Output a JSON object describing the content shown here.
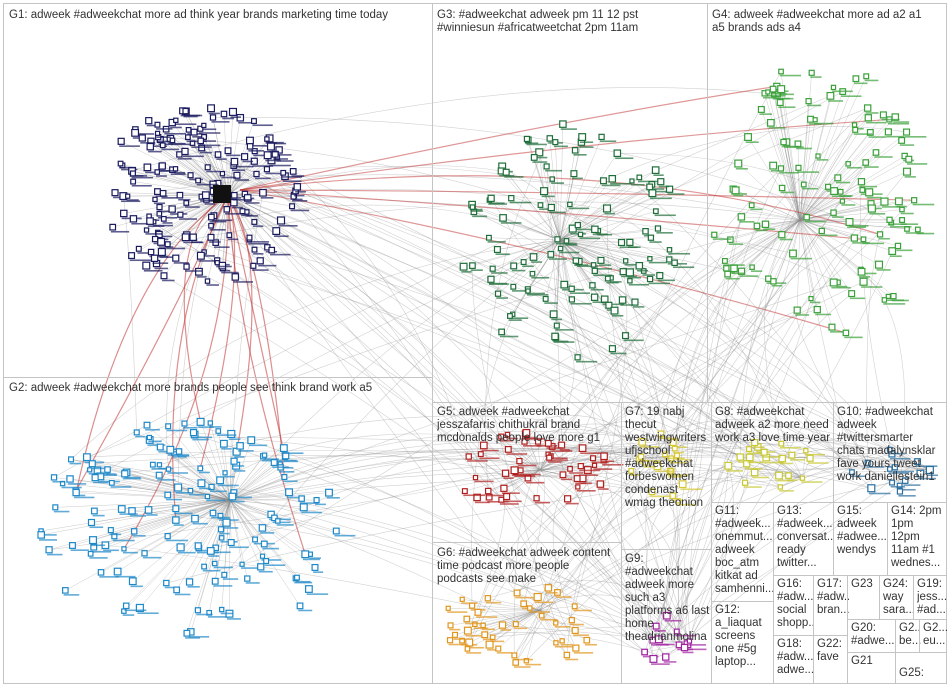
{
  "groups": [
    {
      "id": "G1",
      "label": "G1: adweek #adweekchat more ad think year brands marketing time today",
      "color": "#1a1a5e"
    },
    {
      "id": "G2",
      "label": "G2: adweek #adweekchat more brands people see think brand work a5",
      "color": "#1e88c8"
    },
    {
      "id": "G3",
      "label": "G3: #adweekchat adweek pm 11 12 pst\n#winniesun #africatweetchat 2pm 11am",
      "color": "#1f6e3a"
    },
    {
      "id": "G4",
      "label": "G4: adweek #adweekchat more ad a2 a1\na5 brands ads a4",
      "color": "#3aa03a"
    },
    {
      "id": "G5",
      "label": "G5: adweek #adweekchat\njesszafarris chithukral brand\nmcdonalds people love more g1",
      "color": "#b02020"
    },
    {
      "id": "G6",
      "label": "G6: #adweekchat adweek content\ntime podcast more people\npodcasts see make",
      "color": "#e0961e"
    },
    {
      "id": "G7",
      "label": "G7: 19 nabj\nthecut\nwestwingwriters\nufjschool\n#adweekchat\nforbeswomen\ncondenast\nwmag theonion",
      "color": "#d6c832"
    },
    {
      "id": "G8",
      "label": "G8: #adweekchat\nadweek a2 more need\nwork a3 love time year",
      "color": "#c8c832"
    },
    {
      "id": "G9",
      "label": "G9:\n#adweekchat\nadweek more\nsuch a3\nplatforms a6 last\nhome\ntheadrianmolina",
      "color": "#a020a0"
    },
    {
      "id": "G10",
      "label": "G10: #adweekchat\nadweek\n#twittersmarter\nchats madalynsklar\nfave yours tweet\nwork daniellestein1",
      "color": "#2a6fa0"
    },
    {
      "id": "G11",
      "label": "G11:\n#adweek...\nonemmut...\nadweek\nboc_atm\nkitkat ad\nsamhenni...",
      "color": "#777"
    },
    {
      "id": "G12",
      "label": "G12:\na_liaquat\nscreens\none #5g\nlaptop...",
      "color": "#777"
    },
    {
      "id": "G13",
      "label": "G13:\n#adweek...\nconversat...\nready\ntwitter...",
      "color": "#777"
    },
    {
      "id": "G14",
      "label": "G14: 2pm\n1pm\n12pm\n11am #1\nwednes...",
      "color": "#777"
    },
    {
      "id": "G15",
      "label": "G15:\nadweek\n#adwee...\nwendys",
      "color": "#777"
    },
    {
      "id": "G16",
      "label": "G16:\n#adw...\nsocial\nshopp...",
      "color": "#777"
    },
    {
      "id": "G17",
      "label": "G17:\n#adw...\nbran...",
      "color": "#777"
    },
    {
      "id": "G18",
      "label": "G18:\n#adw...\nadwe...",
      "color": "#777"
    },
    {
      "id": "G19",
      "label": "G19:\njess...\n#ad...",
      "color": "#777"
    },
    {
      "id": "G20",
      "label": "G20:\n#adwe...",
      "color": "#777"
    },
    {
      "id": "G21",
      "label": "G21",
      "color": "#777"
    },
    {
      "id": "G22",
      "label": "G22:\nfave",
      "color": "#777"
    },
    {
      "id": "G23",
      "label": "G23",
      "color": "#777"
    },
    {
      "id": "G24",
      "label": "G24:\nway\nsara...",
      "color": "#777"
    },
    {
      "id": "G25",
      "label": "G25:",
      "color": "#777"
    },
    {
      "id": "G2x",
      "label": "G2...\nbe...",
      "color": "#777"
    },
    {
      "id": "G2y",
      "label": "G2...\neu...",
      "color": "#777"
    }
  ],
  "colors": {
    "edge": "#8c8c8c",
    "red_edge": "#c03030",
    "panel_border": "#c4c4c4"
  }
}
